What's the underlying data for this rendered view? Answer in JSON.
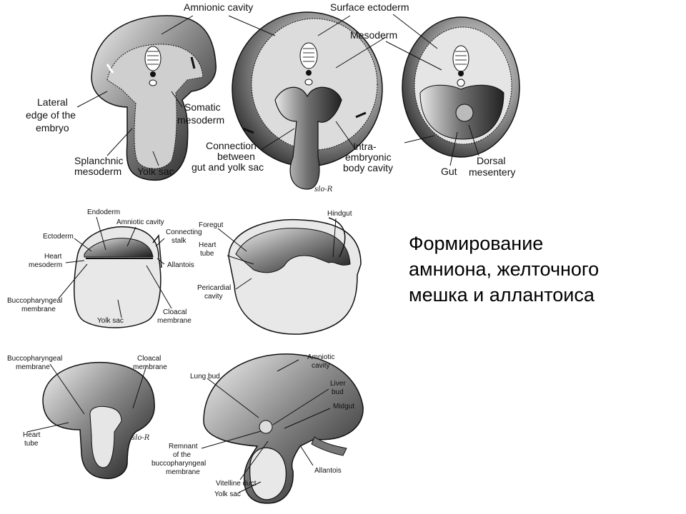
{
  "title_lines": [
    "Формирование",
    "амниона, желточного",
    "мешка и аллантоиса"
  ],
  "signatures": [
    "slo-R",
    "slo-R"
  ],
  "panel_top": {
    "labels": {
      "amnionic_cavity": "Amnionic cavity",
      "surface_ectoderm": "Surface ectoderm",
      "mesoderm": "Mesoderm",
      "lateral_edge_1": "Lateral",
      "lateral_edge_2": "edge of the",
      "lateral_edge_3": "embryo",
      "somatic_1": "Somatic",
      "somatic_2": "mesoderm",
      "connection_1": "Connection",
      "connection_2": "between",
      "connection_3": "gut and yolk sac",
      "splanchnic_1": "Splanchnic",
      "splanchnic_2": "mesoderm",
      "yolk_sac": "Yolk sac",
      "intra_1": "Intra-",
      "intra_2": "embryonic",
      "intra_3": "body cavity",
      "gut": "Gut",
      "dorsal_1": "Dorsal",
      "dorsal_2": "mesentery"
    }
  },
  "panel_mid": {
    "labels": {
      "endoderm": "Endoderm",
      "amniotic_cavity": "Amniotic cavity",
      "ectoderm": "Ectoderm",
      "connecting_1": "Connecting",
      "connecting_2": "stalk",
      "heart_mes_1": "Heart",
      "heart_mes_2": "mesoderm",
      "allantois": "Allantois",
      "bucco_1": "Buccopharyngeal",
      "bucco_2": "membrane",
      "cloacal_1": "Cloacal",
      "cloacal_2": "membrane",
      "yolk_sac": "Yolk sac",
      "foregut": "Foregut",
      "hindgut": "Hindgut",
      "heart_tube_1": "Heart",
      "heart_tube_2": "tube",
      "pericardial_1": "Pericardial",
      "pericardial_2": "cavity"
    }
  },
  "panel_bottom": {
    "labels": {
      "bucco_1": "Buccopharyngeal",
      "bucco_2": "membrane",
      "cloacal_1": "Cloacal",
      "cloacal_2": "membrane",
      "heart_tube_1": "Heart",
      "heart_tube_2": "tube",
      "amniotic_1": "Amniotic",
      "amniotic_2": "cavity",
      "lung_bud": "Lung bud",
      "liver_1": "Liver",
      "liver_2": "bud",
      "midgut": "Midgut",
      "remnant_1": "Remnant",
      "remnant_2": "of the",
      "remnant_3": "buccopharyngeal",
      "remnant_4": "membrane",
      "vitelline": "Vitelline duct",
      "allantois": "Allantois",
      "yolk_sac": "Yolk sac"
    }
  }
}
